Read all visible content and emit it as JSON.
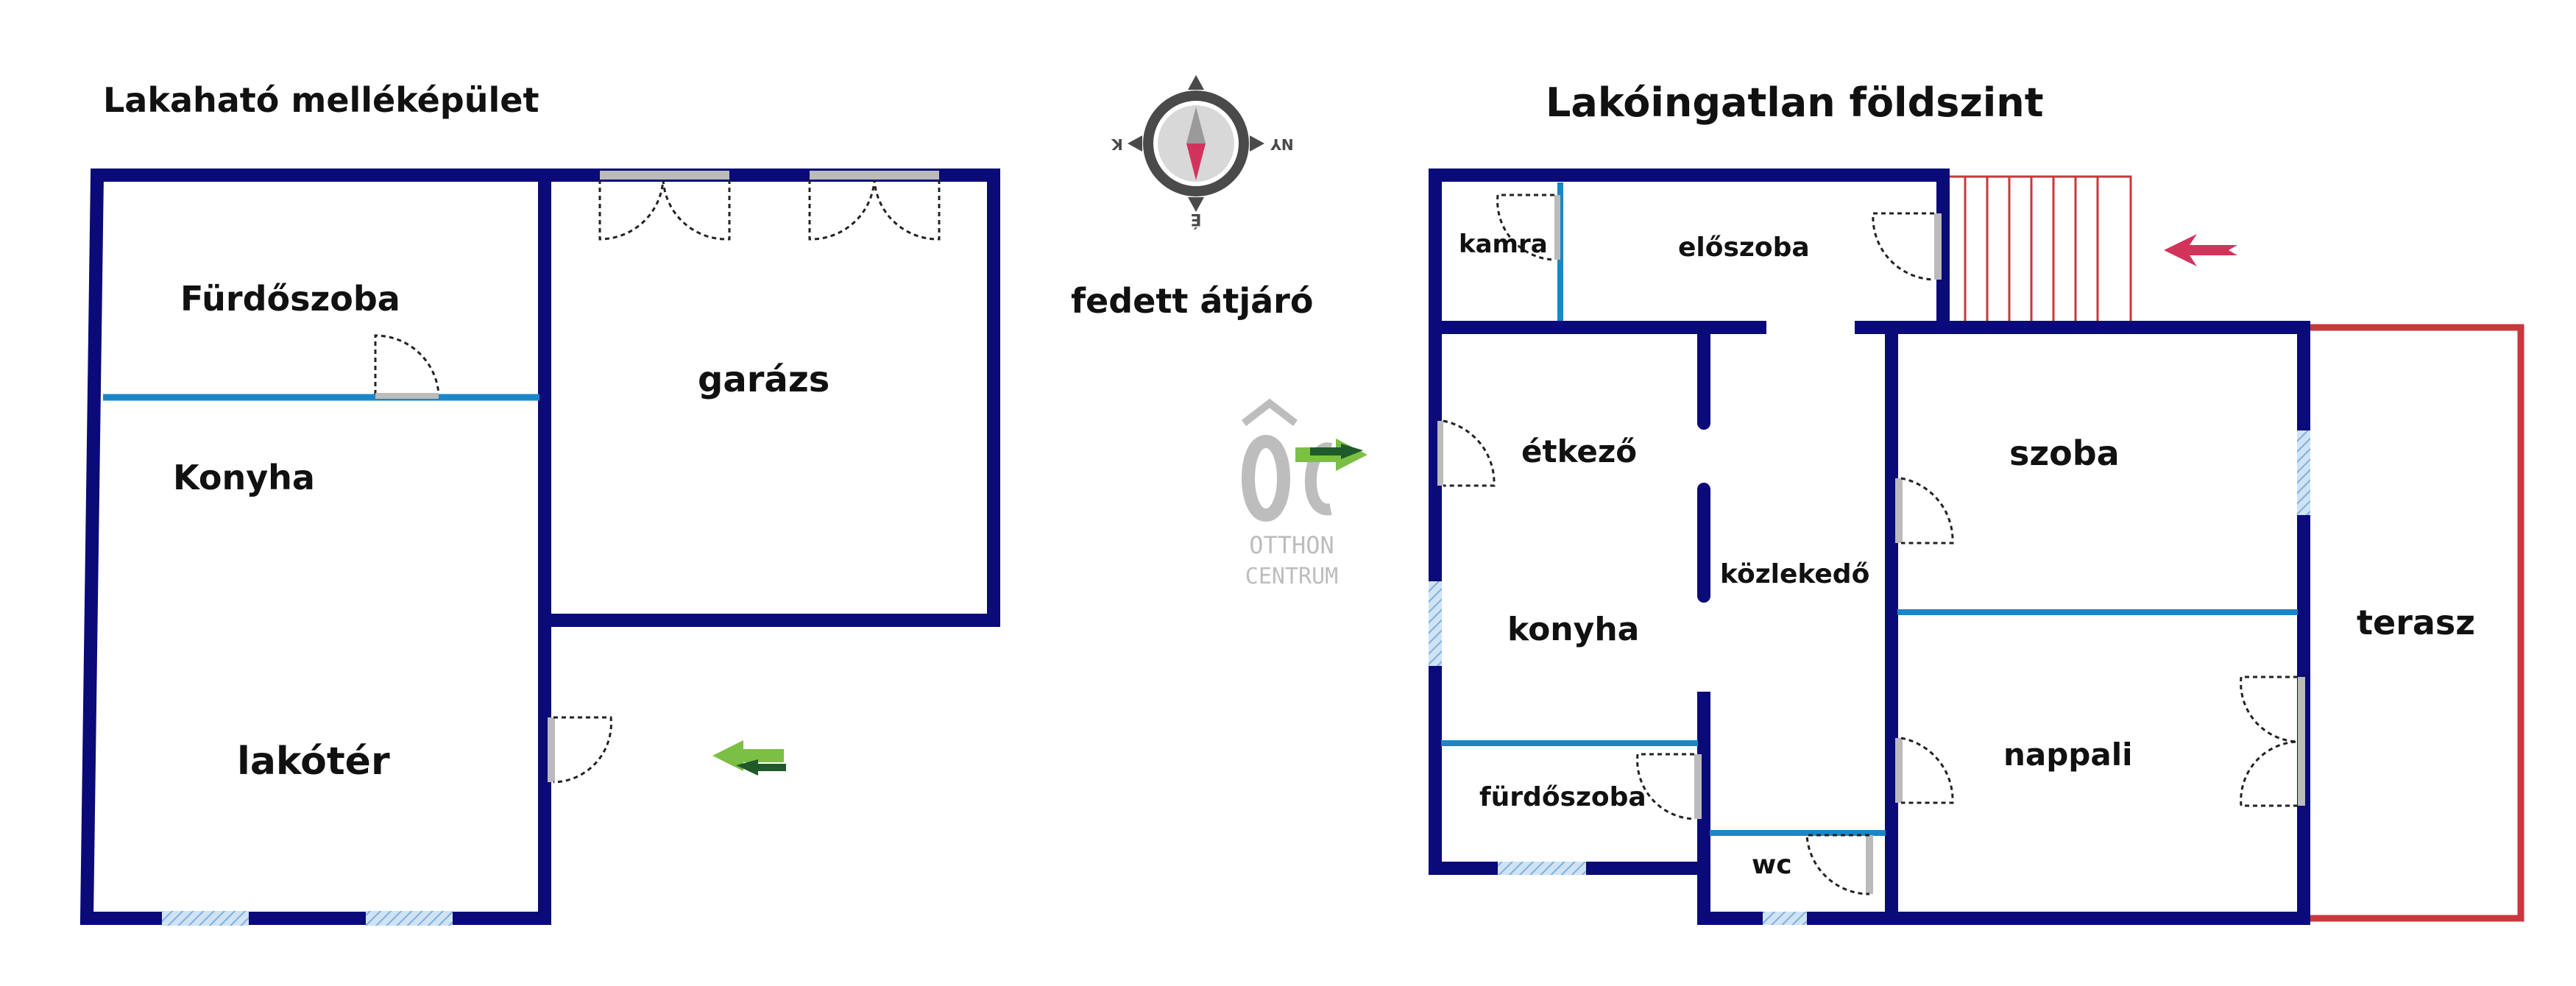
{
  "titles": {
    "outbuilding": "Lakaható melléképület",
    "main_house": "Lakóingatlan földszint",
    "passage": "fedett átjáró"
  },
  "outbuilding_rooms": {
    "bathroom": "Fürdőszoba",
    "kitchen": "Konyha",
    "garage": "garázs",
    "living": "lakótér"
  },
  "house_rooms": {
    "pantry": "kamra",
    "hall": "előszoba",
    "dining": "étkező",
    "corridor": "közlekedő",
    "kitchen": "konyha",
    "bathroom": "fürdőszoba",
    "wc": "wc",
    "room": "szoba",
    "living": "nappali",
    "terrace": "terasz"
  },
  "compass": {
    "north": "É",
    "east": "K",
    "west": "NY"
  },
  "logo": {
    "line1": "OTTHON",
    "line2": "CENTRUM"
  },
  "colors": {
    "wall": "#0a0a78",
    "partition": "#1a86c8",
    "terrace": "#c8383c",
    "arrow_green": "#7bbf45",
    "arrow_dark": "#1f5a2a",
    "arrow_red": "#d2335a",
    "window": "#9fc4e6"
  }
}
